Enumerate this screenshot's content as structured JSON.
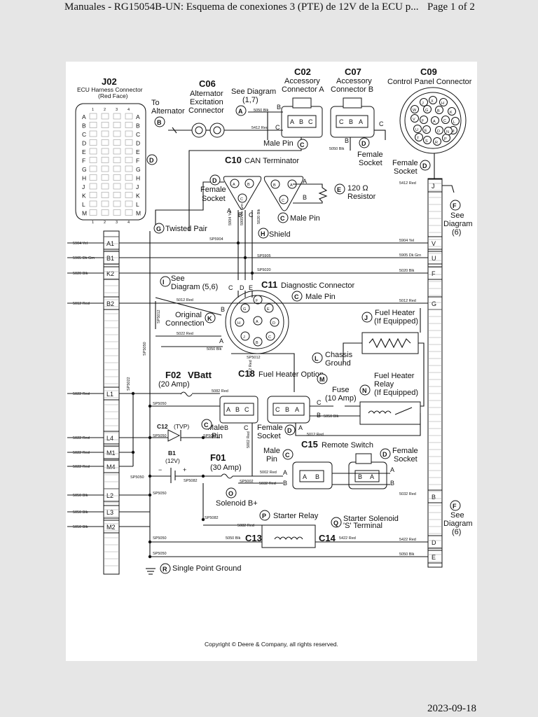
{
  "header": {
    "title": "Manuales - RG15054B-UN: Esquema de conexiones 3 (PTE) de 12V de la ECU p...",
    "page": "Page 1 of 2"
  },
  "connectors": {
    "j02": {
      "id": "J02",
      "name": "ECU Harness Connector",
      "face": "(Red Face)",
      "cols": [
        "1",
        "2",
        "3",
        "4"
      ],
      "rows": [
        "A",
        "B",
        "C",
        "D",
        "E",
        "F",
        "G",
        "H",
        "J",
        "K",
        "L",
        "M"
      ]
    },
    "c06": {
      "id": "C06",
      "l1": "Alternator",
      "l2": "Excitation",
      "l3": "Connector"
    },
    "c02": {
      "id": "C02",
      "l1": "Accessory",
      "l2": "Connector A",
      "pins": [
        "A",
        "B",
        "C"
      ]
    },
    "c07": {
      "id": "C07",
      "l1": "Accessory",
      "l2": "Connector B",
      "pins": [
        "C",
        "B",
        "A"
      ]
    },
    "c09": {
      "id": "C09",
      "name": "Control Panel Connector",
      "pins": [
        "X",
        "H",
        "J",
        "W",
        "G",
        "B",
        "K",
        "V",
        "F",
        "A",
        "C",
        "L",
        "U",
        "E",
        "D",
        "M",
        "T",
        "S",
        "R",
        "P",
        "N"
      ]
    },
    "c10": {
      "id": "C10",
      "name": "CAN Terminator"
    },
    "c11": {
      "id": "C11",
      "name": "Diagnostic Connector",
      "pins": [
        "G",
        "F",
        "E",
        "H",
        "A",
        "D",
        "J",
        "B",
        "C"
      ]
    },
    "c18": {
      "id": "C18",
      "name": "Fuel Heater Option"
    },
    "c15": {
      "id": "C15",
      "name": "Remote Switch"
    },
    "c13": "C13",
    "c14": "C14"
  },
  "labels": {
    "to_alternator_1": "To",
    "to_alternator_2": "Alternator",
    "see_diagram": "See Diagram",
    "see_diagram_17": "(1,7)",
    "see_diagram_56": "Diagram (5,6)",
    "see": "See",
    "diagram": "Diagram",
    "six": "(6)",
    "male_pin": "Male Pin",
    "male": "Male",
    "pin": "Pin",
    "female": "Female",
    "socket": "Socket",
    "resistor_ohm": "120 Ω",
    "resistor": "Resistor",
    "twisted_pair": "Twisted Pair",
    "shield": "Shield",
    "original": "Original",
    "connection": "Connection",
    "fuel_heater": "Fuel Heater",
    "if_equipped": "(If Equipped)",
    "fuel_heater_relay": "Fuel Heater",
    "relay": "Relay",
    "chassis": "Chassis",
    "ground": "Ground",
    "f02": "F02",
    "f02_amp": "(20 Amp)",
    "vbatt": "VBatt",
    "c12": "C12",
    "tvp": "(TVP)",
    "b1": "B1",
    "b1_v": "(12V)",
    "f01": "F01",
    "f01_amp": "(30 Amp)",
    "fuse": "Fuse",
    "fuse_amp": "(10 Amp)",
    "solenoid": "Solenoid B+",
    "starter_relay": "Starter Relay",
    "starter_solenoid": "Starter Solenoid",
    "s_terminal": "'S' Terminal",
    "single_point_ground": "Single Point Ground",
    "copyright": "Copyright © Deere & Company, all rights reserved."
  },
  "callouts": [
    "A",
    "B",
    "C",
    "D",
    "E",
    "F",
    "G",
    "H",
    "I",
    "J",
    "K",
    "L",
    "M",
    "N",
    "O",
    "P",
    "Q",
    "R"
  ],
  "left_pins": [
    "A1",
    "B1",
    "K2",
    "B2",
    "L1",
    "L4",
    "M1",
    "M4",
    "L2",
    "L3",
    "M2"
  ],
  "left_wires": [
    "5904 Yel",
    "5905 Dk Grn",
    "5020 Blk",
    "5012 Red",
    "5022 Red",
    "5022 Red",
    "5022 Red",
    "5022 Red",
    "5050 Blk",
    "5050 Blk",
    "5050 Blk"
  ],
  "right_pins": [
    "J",
    "V",
    "U",
    "F",
    "G",
    "B",
    "D",
    "E"
  ],
  "right_wires": [
    "5412 Red",
    "5904 Yel",
    "5905 Dk Grn",
    "5020 Blk",
    "5012 Red",
    "5032 Red",
    "5422 Red",
    "5050 Blk"
  ],
  "splices": [
    "SP5904",
    "SP5905",
    "SP5020",
    "SP5012",
    "SP5022",
    "SP5050",
    "SP5082",
    "SP5002"
  ],
  "wires": {
    "w5050blk": "5050 Blk",
    "w5412red": "5412 Red",
    "w5904yel": "5904 Yel",
    "w5905dkgrn": "5905 Dk Grn",
    "w5020blk": "5020 Blk",
    "w5012red": "5012 Red",
    "w5022red": "5022 Red",
    "w5032red": "5032 Red",
    "w5002red": "5002 Red",
    "w5082red": "5082 Red",
    "w5422red": "5422 Red"
  },
  "footer": {
    "date": "2023-09-18"
  }
}
